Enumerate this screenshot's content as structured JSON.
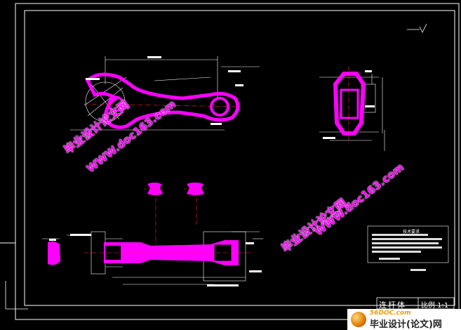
{
  "drawing": {
    "part_name": "连杆体",
    "scale": "比例 1:1",
    "notes_title": "技术要求"
  },
  "watermarks": {
    "text_cn_1": "毕业设计论文网",
    "text_url_1": "WWW.doc163.com",
    "text_cn_2": "毕业设计论文网",
    "text_url_2": "WWW.doc163.com"
  },
  "logo": {
    "site": "56DOC.com",
    "text": "毕业设计(论文)网"
  },
  "colors": {
    "background": "#000000",
    "part": "#ff00ff",
    "lines": "#ffffff",
    "centerline": "#ff3030"
  }
}
